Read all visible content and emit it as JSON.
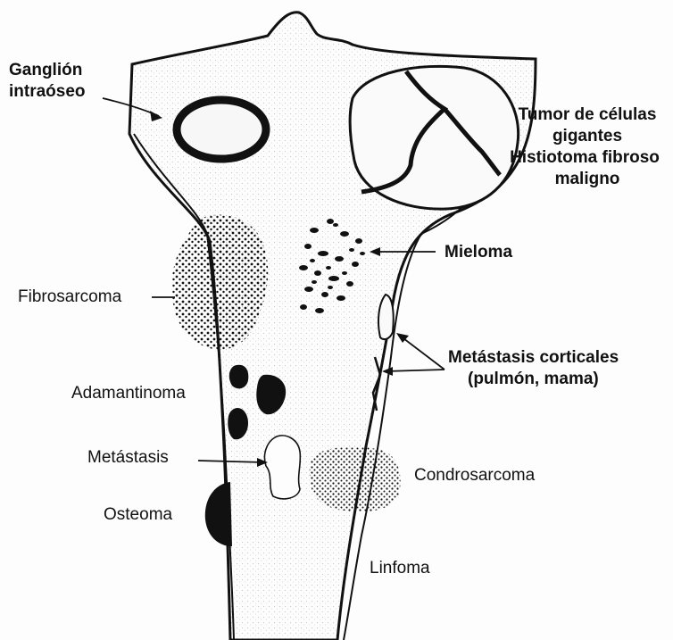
{
  "labels": {
    "ganglion_line1": "Ganglión",
    "ganglion_line2": "intraóseo",
    "tumor_line1": "Tumor de células",
    "tumor_line2": "gigantes",
    "tumor_line3": "Histiotoma fibroso",
    "tumor_line4": "maligno",
    "mieloma": "Mieloma",
    "fibrosarcoma": "Fibrosarcoma",
    "metastasis_corticales_line1": "Metástasis corticales",
    "metastasis_corticales_line2": "(pulmón, mama)",
    "adamantinoma": "Adamantinoma",
    "metastasis": "Metástasis",
    "condrosarcoma": "Condrosarcoma",
    "osteoma": "Osteoma",
    "linfoma": "Linfoma"
  },
  "colors": {
    "ink": "#111111",
    "bone_fill": "#f2f2f2",
    "paper": "#fdfdfd"
  }
}
